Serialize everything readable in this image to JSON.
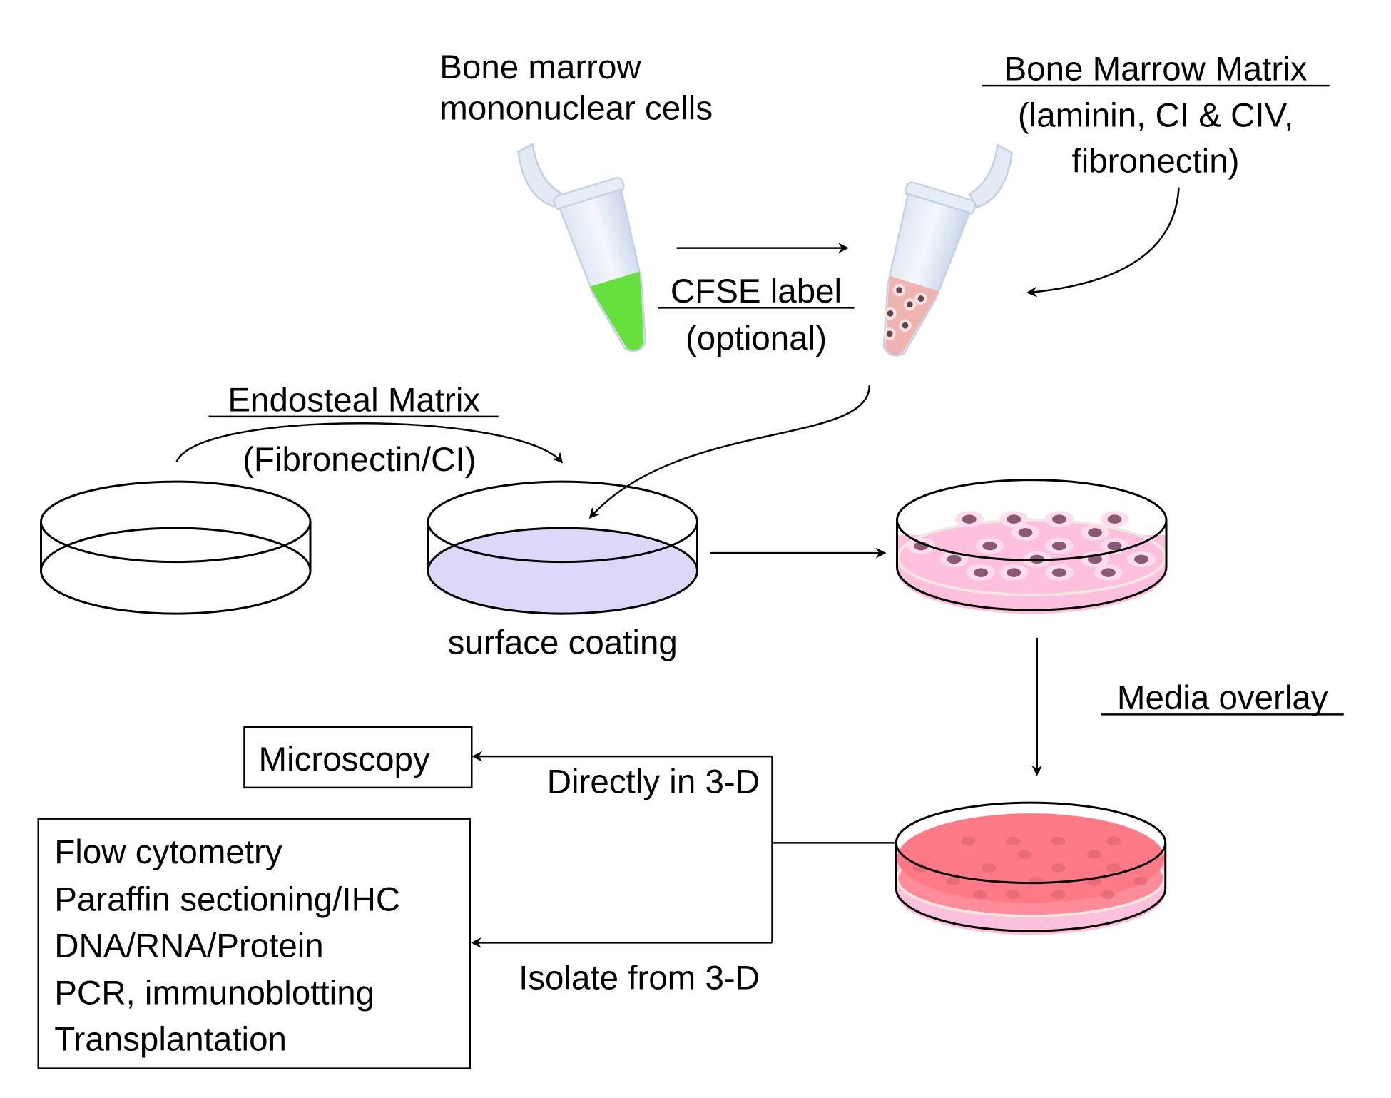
{
  "labels": {
    "bmmnc_line1": "Bone marrow",
    "bmmnc_line2": "mononuclear cells",
    "bmm_title": "Bone Marrow Matrix",
    "bmm_line2": "(laminin, CI & CIV,",
    "bmm_line3": "fibronectin)",
    "cfse_title": "CFSE label",
    "cfse_sub": "(optional)",
    "endosteal_title": "Endosteal Matrix",
    "endosteal_sub": "(Fibronectin/CI)",
    "surface_coating": "surface coating",
    "media_overlay": "Media overlay",
    "directly": "Directly in 3-D",
    "isolate": "Isolate from 3-D"
  },
  "boxes": {
    "microscopy": "Microscopy",
    "analyses": [
      "Flow cytometry",
      "Paraffin sectioning/IHC",
      "DNA/RNA/Protein",
      "PCR, immunoblotting",
      "Transplantation"
    ]
  },
  "colors": {
    "cfse_green": "#66e03c",
    "matrix_pink": "#f0b4b0",
    "coating_lavender": "#dcd8fa",
    "culture_pink": "#ffc0de",
    "media_red": "#ff7a86",
    "cell_nucleus": "#8a5a70"
  }
}
